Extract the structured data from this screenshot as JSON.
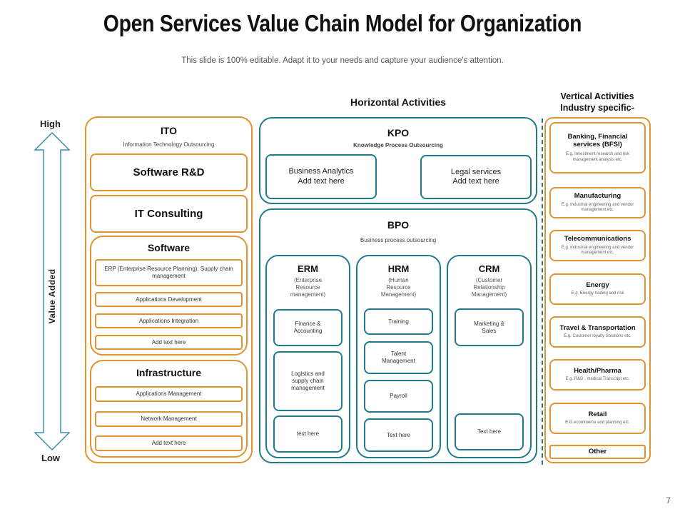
{
  "title": "Open Services Value Chain Model for Organization",
  "subtitle": "This slide is 100% editable. Adapt it to your needs and capture your audience's attention.",
  "slide_number": "7",
  "axis": {
    "high": "High",
    "low": "Low",
    "label": "Value Added"
  },
  "horizontal_header": "Horizontal Activities",
  "vertical_header": {
    "line1": "Vertical Activities",
    "line2": "Industry specific-"
  },
  "ito": {
    "title": "ITO",
    "subtitle": "Information Technology Outsourcing",
    "software_rd": "Software R&D",
    "it_consulting": "IT Consulting",
    "software": {
      "title": "Software",
      "items": [
        "ERP (Enterprise Resource Planning): Supply chain management",
        "Applications Development",
        "Applications Integration",
        "Add text here"
      ]
    },
    "infrastructure": {
      "title": "Infrastructure",
      "items": [
        "Applications Management",
        "Network Management",
        "Add text here"
      ]
    }
  },
  "kpo": {
    "title": "KPO",
    "subtitle": "Knowledge Process Outsourcing",
    "box1": {
      "line1": "Business Analytics",
      "line2": "Add text here"
    },
    "box2": {
      "line1": "Legal services",
      "line2": "Add text here"
    }
  },
  "bpo": {
    "title": "BPO",
    "subtitle": "Business process outsourcing",
    "erm": {
      "title": "ERM",
      "desc": "(Enterprise Resource management)",
      "items": [
        "Finance & Accounting",
        "Logistics and supply chain management",
        "text here"
      ]
    },
    "hrm": {
      "title": "HRM",
      "desc": "(Human Resource Management)",
      "items": [
        "Training",
        "Talent Management",
        "Payroll",
        "Text here"
      ]
    },
    "crm": {
      "title": "CRM",
      "desc": "(Customer Relationship Management)",
      "items": [
        "Marketing & Sales",
        "Text here"
      ]
    }
  },
  "vertical": [
    {
      "title": "Banking, Financial services (BFSI)",
      "desc": "E.g. Investment research and risk management analysis etc."
    },
    {
      "title": "Manufacturing",
      "desc": "E.g. Industrial engineering and vendor management etc."
    },
    {
      "title": "Telecommunications",
      "desc": "E.g. Industrial engineering and vendor management etc."
    },
    {
      "title": "Energy",
      "desc": "E.g. Energy trading and risk"
    },
    {
      "title": "Travel & Transportation",
      "desc": "E.g. Customer loyalty Solutions etc."
    },
    {
      "title": "Health/Pharma",
      "desc": "E.g. R&D , medical Transcript etc."
    },
    {
      "title": "Retail",
      "desc": "E.G.ecommerce and planning etc."
    },
    {
      "title": "Other",
      "desc": ""
    }
  ],
  "colors": {
    "orange": "#e0932f",
    "teal": "#1f7a8c",
    "arrow": "#3a8fb0"
  }
}
